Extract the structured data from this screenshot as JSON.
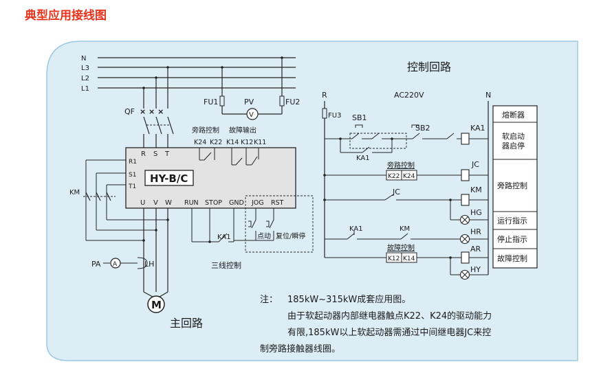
{
  "title": "典型应用接线图",
  "colors": {
    "title": "#e8331c",
    "panel_bg": "#dcedf6",
    "panel_edge": "#9dc7e2",
    "line": "#222222"
  },
  "main_circuit": {
    "bus": [
      "N",
      "L3",
      "L2",
      "L1"
    ],
    "breaker": "QF",
    "fuses": [
      "FU1",
      "FU2"
    ],
    "voltmeter": "PV",
    "voltmeter_symbol": "V",
    "softstarter": {
      "model": "HY-B/C",
      "input_terminals": [
        "R",
        "S",
        "T"
      ],
      "output_terminals": [
        "U",
        "V",
        "W"
      ],
      "left_terminals": [
        "R1",
        "S1",
        "T1"
      ],
      "control_terminals": [
        "RUN",
        "STOP",
        "GND",
        "JOG",
        "RST"
      ],
      "relay_terminals": [
        "K24",
        "K22",
        "K14",
        "K12",
        "K11"
      ],
      "bypass_control_label": "旁路控制",
      "fault_output_label": "故障输出"
    },
    "contactor": "KM",
    "ammeter": "PA",
    "ammeter_symbol": "A",
    "current_transformer": "LH",
    "three_wire_relay": "KA1",
    "three_wire_label": "三线控制",
    "jog_label": "点动",
    "reset_label": "复位/瞬停",
    "motor_symbol": "M",
    "caption": "主回路"
  },
  "control_circuit": {
    "title": "控制回路",
    "supply": "AC220V",
    "phase": "R",
    "neutral": "N",
    "fuse": "FU3",
    "buttons": [
      "SB1",
      "SB2"
    ],
    "contacts": [
      "KA1",
      "KA1",
      "KA1",
      "KM",
      "JC"
    ],
    "coils": [
      "KA1",
      "JC",
      "KM"
    ],
    "lamps": [
      "HG",
      "HR",
      "AR",
      "HY"
    ],
    "bypass_label": "旁路控制",
    "bypass_terminals": [
      "K22",
      "K24"
    ],
    "fault_label": "故障控制",
    "fault_terminals": [
      "K12",
      "K14"
    ],
    "legend": [
      "熔断器",
      "软启动器启停",
      "旁路控制",
      "运行指示",
      "停止指示",
      "故障控制"
    ]
  },
  "note": {
    "prefix": "注：",
    "line1": "185kW~315kW成套应用图。",
    "line2": "由于软起动器内部继电器触点K22、K24的驱动能力",
    "line3": "有限,185kW以上软起动器需通过中间继电器JC来控",
    "line4": "制旁路接触器线圈。"
  }
}
